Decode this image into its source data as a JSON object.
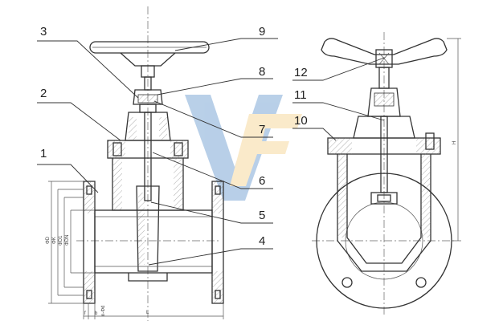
{
  "callouts": {
    "left": [
      "1",
      "2",
      "3"
    ],
    "right": [
      "9",
      "8",
      "7",
      "6",
      "5",
      "4"
    ],
    "side": [
      "12",
      "11",
      "10"
    ]
  },
  "dimensions": {
    "d0": "ΦD",
    "d1": "ΦK",
    "d2": "ΦD1",
    "d3": "ΦDN",
    "f": "f",
    "b": "b",
    "n": "n-Φd",
    "length": "L",
    "height": "H"
  },
  "watermark": {
    "letter_v": "V",
    "colors": {
      "blue": "#7fa9d6",
      "yellow": "#f7d9a0"
    }
  }
}
